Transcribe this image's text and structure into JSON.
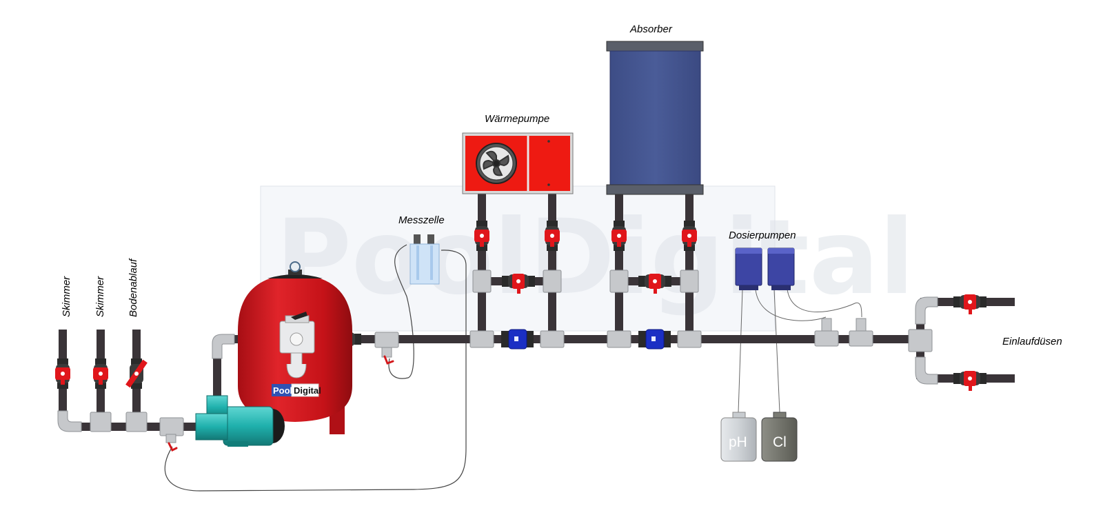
{
  "labels": {
    "skimmer_1": "Skimmer",
    "skimmer_2": "Skimmer",
    "bodenablauf": "Bodenablauf",
    "messzelle": "Messzelle",
    "waermepumpe": "Wärmepumpe",
    "absorber": "Absorber",
    "dosierpumpen": "Dosierpumpen",
    "einlaufduesen": "Einlaufdüsen"
  },
  "logo": {
    "part1": "Pool",
    "part2": "Digital"
  },
  "watermark": "PoolDigital",
  "canisters": {
    "ph": "pH",
    "cl": "Cl"
  },
  "colors": {
    "pipe": "#3a3438",
    "fitting": "#c6c8cb",
    "valve_red": "#e0161b",
    "filter_red": "#d2151c",
    "pump_teal": "#1fb0ac",
    "absorber_blue": "#44558f",
    "dosing_blue": "#3d45a4",
    "heat_pump_red": "#ee1a12",
    "check_valve_blue": "#1b2fc4"
  }
}
